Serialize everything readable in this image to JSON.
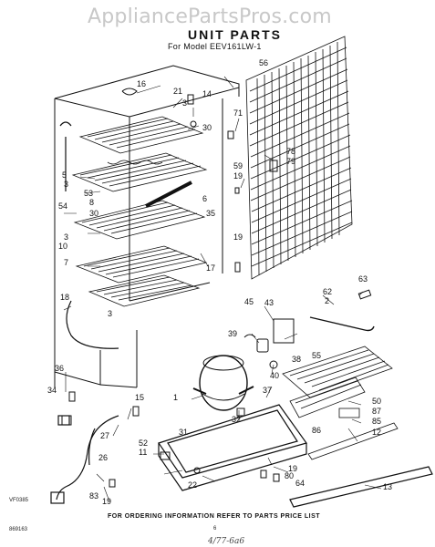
{
  "watermark": "AppliancePartsPros.com",
  "title": "UNIT PARTS",
  "subtitle": "For Model EEV161LW-1",
  "code_left": "VF0385",
  "code_bottom_left": "869163",
  "footer": "FOR ORDERING INFORMATION REFER TO PARTS PRICE LIST",
  "page_number": "6",
  "handwritten_note": "4/77-6a6",
  "callouts": [
    {
      "id": "c16",
      "label": "16"
    },
    {
      "id": "c21",
      "label": "21"
    },
    {
      "id": "c14",
      "label": "14"
    },
    {
      "id": "c3a",
      "label": "3"
    },
    {
      "id": "c30a",
      "label": "30"
    },
    {
      "id": "c56",
      "label": "56"
    },
    {
      "id": "c71",
      "label": "71"
    },
    {
      "id": "c78",
      "label": "78"
    },
    {
      "id": "c79",
      "label": "79"
    },
    {
      "id": "c59",
      "label": "59"
    },
    {
      "id": "c19a",
      "label": "19"
    },
    {
      "id": "c5",
      "label": "5"
    },
    {
      "id": "c3b",
      "label": "3"
    },
    {
      "id": "c53",
      "label": "53"
    },
    {
      "id": "c8",
      "label": "8"
    },
    {
      "id": "c54",
      "label": "54"
    },
    {
      "id": "c30b",
      "label": "30"
    },
    {
      "id": "c6",
      "label": "6"
    },
    {
      "id": "c35",
      "label": "35"
    },
    {
      "id": "c3c",
      "label": "3"
    },
    {
      "id": "c10",
      "label": "10"
    },
    {
      "id": "c19b",
      "label": "19"
    },
    {
      "id": "c7",
      "label": "7"
    },
    {
      "id": "c17",
      "label": "17"
    },
    {
      "id": "c18",
      "label": "18"
    },
    {
      "id": "c3d",
      "label": "3"
    },
    {
      "id": "c63",
      "label": "63"
    },
    {
      "id": "c62",
      "label": "62"
    },
    {
      "id": "c45",
      "label": "45"
    },
    {
      "id": "c43",
      "label": "43"
    },
    {
      "id": "c2",
      "label": "2"
    },
    {
      "id": "c39",
      "label": "39"
    },
    {
      "id": "c38",
      "label": "38"
    },
    {
      "id": "c55",
      "label": "55"
    },
    {
      "id": "c40",
      "label": "40"
    },
    {
      "id": "c36",
      "label": "36"
    },
    {
      "id": "c34",
      "label": "34"
    },
    {
      "id": "c1",
      "label": "1"
    },
    {
      "id": "c37",
      "label": "37"
    },
    {
      "id": "c15",
      "label": "15"
    },
    {
      "id": "c32",
      "label": "32"
    },
    {
      "id": "c50",
      "label": "50"
    },
    {
      "id": "c87",
      "label": "87"
    },
    {
      "id": "c85",
      "label": "85"
    },
    {
      "id": "c86",
      "label": "86"
    },
    {
      "id": "c12",
      "label": "12"
    },
    {
      "id": "c27",
      "label": "27"
    },
    {
      "id": "c31",
      "label": "31"
    },
    {
      "id": "c52",
      "label": "52"
    },
    {
      "id": "c11",
      "label": "11"
    },
    {
      "id": "c26",
      "label": "26"
    },
    {
      "id": "c19c",
      "label": "19"
    },
    {
      "id": "c80",
      "label": "80"
    },
    {
      "id": "c64",
      "label": "64"
    },
    {
      "id": "c22",
      "label": "22"
    },
    {
      "id": "c83",
      "label": "83"
    },
    {
      "id": "c19d",
      "label": "19"
    },
    {
      "id": "c13",
      "label": "13"
    }
  ]
}
